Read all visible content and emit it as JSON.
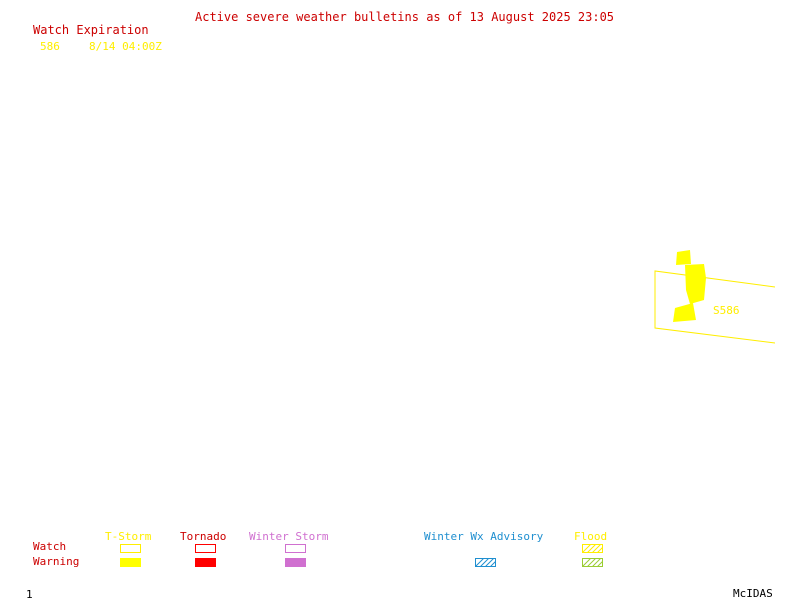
{
  "header": {
    "title": "Active severe weather bulletins as of 13 August 2025 23:05"
  },
  "watch_expiration": {
    "heading": "Watch Expiration",
    "entries": [
      {
        "number": "586",
        "expires": "8/14 04:00Z"
      }
    ]
  },
  "map": {
    "watch_label": "S586",
    "colors": {
      "tstorm": "#ffff00",
      "tornado": "#ff0000",
      "winter_storm": "#d070d0",
      "winter_advisory": "#1f8fd0",
      "flood": "#9acd32"
    }
  },
  "legend": {
    "row_labels": {
      "watch": "Watch",
      "warning": "Warning"
    },
    "columns": [
      {
        "label": "T-Storm",
        "color": "#ffff00"
      },
      {
        "label": "Tornado",
        "color": "#ff0000"
      },
      {
        "label": "Winter Storm",
        "color": "#d070d0"
      },
      {
        "label": "Winter Wx Advisory",
        "color": "#1f8fd0"
      },
      {
        "label": "Flood",
        "color": "#9acd32"
      }
    ]
  },
  "footer": {
    "frame_number": "1",
    "credit": "McIDAS"
  }
}
